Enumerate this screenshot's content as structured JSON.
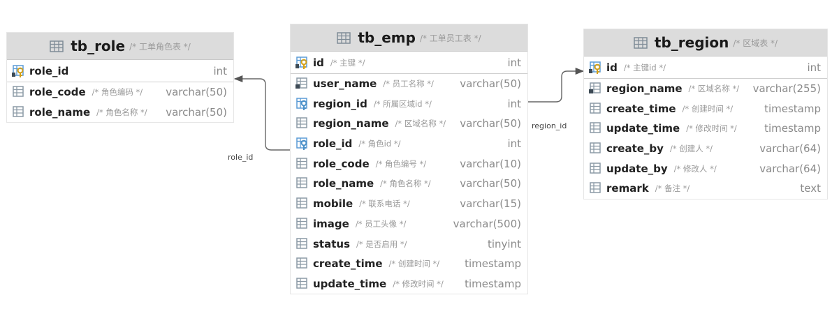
{
  "tables": [
    {
      "id": "tb_role",
      "name": "tb_role",
      "comment": "/* 工单角色表 */",
      "columns": [
        {
          "name": "role_id",
          "comment": "",
          "type": "int",
          "icon": "primary-key-icon",
          "pk": true
        },
        {
          "name": "role_code",
          "comment": "/* 角色编码 */",
          "type": "varchar(50)",
          "icon": "column-icon"
        },
        {
          "name": "role_name",
          "comment": "/* 角色名称 */",
          "type": "varchar(50)",
          "icon": "column-icon"
        }
      ]
    },
    {
      "id": "tb_emp",
      "name": "tb_emp",
      "comment": "/* 工单员工表 */",
      "columns": [
        {
          "name": "id",
          "comment": "/* 主键 */",
          "type": "int",
          "icon": "primary-key-icon",
          "pk": true
        },
        {
          "name": "user_name",
          "comment": "/* 员工名称 */",
          "type": "varchar(50)",
          "icon": "indexed-column-icon"
        },
        {
          "name": "region_id",
          "comment": "/* 所属区域id */",
          "type": "int",
          "icon": "foreign-key-icon"
        },
        {
          "name": "region_name",
          "comment": "/* 区域名称 */",
          "type": "varchar(50)",
          "icon": "column-icon"
        },
        {
          "name": "role_id",
          "comment": "/* 角色id */",
          "type": "int",
          "icon": "foreign-key-icon"
        },
        {
          "name": "role_code",
          "comment": "/* 角色编号 */",
          "type": "varchar(10)",
          "icon": "column-icon"
        },
        {
          "name": "role_name",
          "comment": "/* 角色名称 */",
          "type": "varchar(50)",
          "icon": "column-icon"
        },
        {
          "name": "mobile",
          "comment": "/* 联系电话 */",
          "type": "varchar(15)",
          "icon": "column-icon"
        },
        {
          "name": "image",
          "comment": "/* 员工头像 */",
          "type": "varchar(500)",
          "icon": "column-icon"
        },
        {
          "name": "status",
          "comment": "/* 是否启用 */",
          "type": "tinyint",
          "icon": "column-icon"
        },
        {
          "name": "create_time",
          "comment": "/* 创建时间 */",
          "type": "timestamp",
          "icon": "column-icon"
        },
        {
          "name": "update_time",
          "comment": "/* 修改时间 */",
          "type": "timestamp",
          "icon": "column-icon"
        }
      ]
    },
    {
      "id": "tb_region",
      "name": "tb_region",
      "comment": "/* 区域表 */",
      "columns": [
        {
          "name": "id",
          "comment": "/* 主键id */",
          "type": "int",
          "icon": "primary-key-icon",
          "pk": true
        },
        {
          "name": "region_name",
          "comment": "/* 区域名称 */",
          "type": "varchar(255)",
          "icon": "indexed-column-icon"
        },
        {
          "name": "create_time",
          "comment": "/* 创建时间 */",
          "type": "timestamp",
          "icon": "column-icon"
        },
        {
          "name": "update_time",
          "comment": "/* 修改时间 */",
          "type": "timestamp",
          "icon": "column-icon"
        },
        {
          "name": "create_by",
          "comment": "/* 创建人 */",
          "type": "varchar(64)",
          "icon": "column-icon"
        },
        {
          "name": "update_by",
          "comment": "/* 修改人 */",
          "type": "varchar(64)",
          "icon": "column-icon"
        },
        {
          "name": "remark",
          "comment": "/* 备注 */",
          "type": "text",
          "icon": "column-icon"
        }
      ]
    }
  ],
  "relations": [
    {
      "label": "role_id",
      "from": "tb_emp.role_id",
      "to": "tb_role.role_id"
    },
    {
      "label": "region_id",
      "from": "tb_emp.region_id",
      "to": "tb_region.id"
    }
  ],
  "colors": {
    "header": "#dcdcdc",
    "column_icon": "#8c9aa6",
    "key_gold": "#d4a017",
    "fk_blue": "#5b9bd5",
    "line": "#6a6a6a"
  }
}
